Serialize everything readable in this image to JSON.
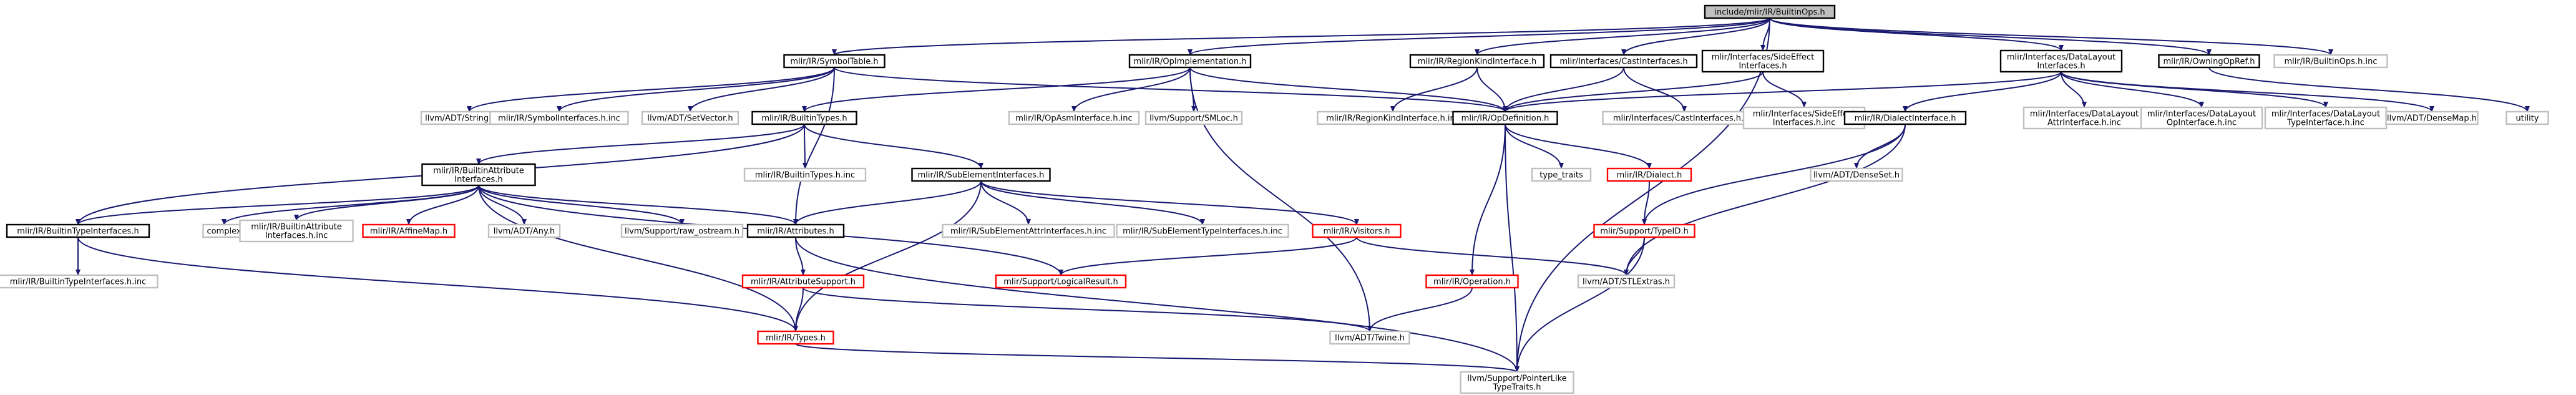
{
  "diagram": {
    "colors": {
      "edge": "#191970",
      "node_border_normal": "#000000",
      "node_border_external": "#bfbfbf",
      "node_border_missing": "#ff0000",
      "node_fill_root": "#bfbfbf",
      "node_fill": "#ffffff",
      "label_external": "#7f7f7f"
    },
    "nodes": [
      {
        "id": "root",
        "lines": [
          "include/mlir/IR/BuiltinOps.h"
        ],
        "kind": "root"
      },
      {
        "id": "symtab",
        "lines": [
          "mlir/IR/SymbolTable.h"
        ],
        "kind": "normal"
      },
      {
        "id": "opimpl",
        "lines": [
          "mlir/IR/OpImplementation.h"
        ],
        "kind": "normal"
      },
      {
        "id": "regkind",
        "lines": [
          "mlir/IR/RegionKindInterface.h"
        ],
        "kind": "normal"
      },
      {
        "id": "castif",
        "lines": [
          "mlir/Interfaces/CastInterfaces.h"
        ],
        "kind": "normal"
      },
      {
        "id": "sideeff",
        "lines": [
          "mlir/Interfaces/SideEffect",
          "Interfaces.h"
        ],
        "kind": "normal"
      },
      {
        "id": "datalayout",
        "lines": [
          "mlir/Interfaces/DataLayout",
          "Interfaces.h"
        ],
        "kind": "normal"
      },
      {
        "id": "owningop",
        "lines": [
          "mlir/IR/OwningOpRef.h"
        ],
        "kind": "normal"
      },
      {
        "id": "builtinopsinc",
        "lines": [
          "mlir/IR/BuiltinOps.h.inc"
        ],
        "kind": "external"
      },
      {
        "id": "stringmap",
        "lines": [
          "llvm/ADT/StringMap.h"
        ],
        "kind": "external"
      },
      {
        "id": "symifinc",
        "lines": [
          "mlir/IR/SymbolInterfaces.h.inc"
        ],
        "kind": "external"
      },
      {
        "id": "setvector",
        "lines": [
          "llvm/ADT/SetVector.h"
        ],
        "kind": "external"
      },
      {
        "id": "builtintypes",
        "lines": [
          "mlir/IR/BuiltinTypes.h"
        ],
        "kind": "normal"
      },
      {
        "id": "opasminc",
        "lines": [
          "mlir/IR/OpAsmInterface.h.inc"
        ],
        "kind": "external"
      },
      {
        "id": "smloc",
        "lines": [
          "llvm/Support/SMLoc.h"
        ],
        "kind": "external"
      },
      {
        "id": "regkindinc",
        "lines": [
          "mlir/IR/RegionKindInterface.h.inc"
        ],
        "kind": "external"
      },
      {
        "id": "opdef",
        "lines": [
          "mlir/IR/OpDefinition.h"
        ],
        "kind": "normal"
      },
      {
        "id": "castinc",
        "lines": [
          "mlir/Interfaces/CastInterfaces.h.inc"
        ],
        "kind": "external"
      },
      {
        "id": "sideeffinc",
        "lines": [
          "mlir/Interfaces/SideEffect",
          "Interfaces.h.inc"
        ],
        "kind": "external"
      },
      {
        "id": "dialectif",
        "lines": [
          "mlir/IR/DialectInterface.h"
        ],
        "kind": "normal"
      },
      {
        "id": "dlattrinc",
        "lines": [
          "mlir/Interfaces/DataLayout",
          "AttrInterface.h.inc"
        ],
        "kind": "external"
      },
      {
        "id": "dlopinc",
        "lines": [
          "mlir/Interfaces/DataLayout",
          "OpInterface.h.inc"
        ],
        "kind": "external"
      },
      {
        "id": "dltypeinc",
        "lines": [
          "mlir/Interfaces/DataLayout",
          "TypeInterface.h.inc"
        ],
        "kind": "external"
      },
      {
        "id": "densemap",
        "lines": [
          "llvm/ADT/DenseMap.h"
        ],
        "kind": "external"
      },
      {
        "id": "utility",
        "lines": [
          "utility"
        ],
        "kind": "external"
      },
      {
        "id": "builtinattrif",
        "lines": [
          "mlir/IR/BuiltinAttribute",
          "Interfaces.h"
        ],
        "kind": "normal"
      },
      {
        "id": "builtintypesinc",
        "lines": [
          "mlir/IR/BuiltinTypes.h.inc"
        ],
        "kind": "external"
      },
      {
        "id": "subelemif",
        "lines": [
          "mlir/IR/SubElementInterfaces.h"
        ],
        "kind": "normal"
      },
      {
        "id": "typetraits",
        "lines": [
          "type_traits"
        ],
        "kind": "external"
      },
      {
        "id": "dialect",
        "lines": [
          "mlir/IR/Dialect.h"
        ],
        "kind": "missing"
      },
      {
        "id": "denseset",
        "lines": [
          "llvm/ADT/DenseSet.h"
        ],
        "kind": "external"
      },
      {
        "id": "builtintypeif",
        "lines": [
          "mlir/IR/BuiltinTypeInterfaces.h"
        ],
        "kind": "normal"
      },
      {
        "id": "complex",
        "lines": [
          "complex"
        ],
        "kind": "external"
      },
      {
        "id": "builtinattrifinc",
        "lines": [
          "mlir/IR/BuiltinAttribute",
          "Interfaces.h.inc"
        ],
        "kind": "external"
      },
      {
        "id": "affinemap",
        "lines": [
          "mlir/IR/AffineMap.h"
        ],
        "kind": "missing"
      },
      {
        "id": "any",
        "lines": [
          "llvm/ADT/Any.h"
        ],
        "kind": "external"
      },
      {
        "id": "rawostream",
        "lines": [
          "llvm/Support/raw_ostream.h"
        ],
        "kind": "external"
      },
      {
        "id": "attributes",
        "lines": [
          "mlir/IR/Attributes.h"
        ],
        "kind": "normal"
      },
      {
        "id": "subelemattrinc",
        "lines": [
          "mlir/IR/SubElementAttrInterfaces.h.inc"
        ],
        "kind": "external"
      },
      {
        "id": "subelemtypeinc",
        "lines": [
          "mlir/IR/SubElementTypeInterfaces.h.inc"
        ],
        "kind": "external"
      },
      {
        "id": "visitors",
        "lines": [
          "mlir/IR/Visitors.h"
        ],
        "kind": "missing"
      },
      {
        "id": "typeid",
        "lines": [
          "mlir/Support/TypeID.h"
        ],
        "kind": "missing"
      },
      {
        "id": "builtintypeifinc",
        "lines": [
          "mlir/IR/BuiltinTypeInterfaces.h.inc"
        ],
        "kind": "external"
      },
      {
        "id": "attrsupport",
        "lines": [
          "mlir/IR/AttributeSupport.h"
        ],
        "kind": "missing"
      },
      {
        "id": "logicalresult",
        "lines": [
          "mlir/Support/LogicalResult.h"
        ],
        "kind": "missing"
      },
      {
        "id": "operation",
        "lines": [
          "mlir/IR/Operation.h"
        ],
        "kind": "missing"
      },
      {
        "id": "stlextras",
        "lines": [
          "llvm/ADT/STLExtras.h"
        ],
        "kind": "external"
      },
      {
        "id": "types",
        "lines": [
          "mlir/IR/Types.h"
        ],
        "kind": "missing"
      },
      {
        "id": "twine",
        "lines": [
          "llvm/ADT/Twine.h"
        ],
        "kind": "external"
      },
      {
        "id": "pointerlike",
        "lines": [
          "llvm/Support/PointerLike",
          "TypeTraits.h"
        ],
        "kind": "external"
      }
    ],
    "edges": [
      [
        "root",
        "symtab"
      ],
      [
        "root",
        "opimpl"
      ],
      [
        "root",
        "regkind"
      ],
      [
        "root",
        "castif"
      ],
      [
        "root",
        "sideeff"
      ],
      [
        "root",
        "datalayout"
      ],
      [
        "root",
        "owningop"
      ],
      [
        "root",
        "builtinopsinc"
      ],
      [
        "root",
        "pointerlike"
      ],
      [
        "symtab",
        "stringmap"
      ],
      [
        "symtab",
        "symifinc"
      ],
      [
        "symtab",
        "setvector"
      ],
      [
        "symtab",
        "opdef"
      ],
      [
        "symtab",
        "attributes"
      ],
      [
        "opimpl",
        "builtintypes"
      ],
      [
        "opimpl",
        "opasminc"
      ],
      [
        "opimpl",
        "smloc"
      ],
      [
        "opimpl",
        "opdef"
      ],
      [
        "opimpl",
        "twine"
      ],
      [
        "regkind",
        "regkindinc"
      ],
      [
        "regkind",
        "opdef"
      ],
      [
        "castif",
        "castinc"
      ],
      [
        "castif",
        "opdef"
      ],
      [
        "sideeff",
        "sideeffinc"
      ],
      [
        "sideeff",
        "opdef"
      ],
      [
        "datalayout",
        "opdef"
      ],
      [
        "datalayout",
        "dialectif"
      ],
      [
        "datalayout",
        "dlattrinc"
      ],
      [
        "datalayout",
        "dlopinc"
      ],
      [
        "datalayout",
        "dltypeinc"
      ],
      [
        "datalayout",
        "densemap"
      ],
      [
        "owningop",
        "utility"
      ],
      [
        "builtintypes",
        "builtinattrif"
      ],
      [
        "builtintypes",
        "builtintypesinc"
      ],
      [
        "builtintypes",
        "subelemif"
      ],
      [
        "builtintypes",
        "builtintypeif"
      ],
      [
        "opdef",
        "typetraits"
      ],
      [
        "opdef",
        "dialect"
      ],
      [
        "opdef",
        "operation"
      ],
      [
        "opdef",
        "pointerlike"
      ],
      [
        "dialectif",
        "denseset"
      ],
      [
        "dialectif",
        "typeid"
      ],
      [
        "dialectif",
        "stlextras"
      ],
      [
        "builtinattrif",
        "builtintypeif"
      ],
      [
        "builtinattrif",
        "complex"
      ],
      [
        "builtinattrif",
        "builtinattrifinc"
      ],
      [
        "builtinattrif",
        "affinemap"
      ],
      [
        "builtinattrif",
        "any"
      ],
      [
        "builtinattrif",
        "rawostream"
      ],
      [
        "builtinattrif",
        "attributes"
      ],
      [
        "builtinattrif",
        "types"
      ],
      [
        "builtinattrif",
        "logicalresult"
      ],
      [
        "subelemif",
        "attributes"
      ],
      [
        "subelemif",
        "subelemattrinc"
      ],
      [
        "subelemif",
        "subelemtypeinc"
      ],
      [
        "subelemif",
        "visitors"
      ],
      [
        "subelemif",
        "types"
      ],
      [
        "dialect",
        "typeid"
      ],
      [
        "builtintypeif",
        "builtintypeifinc"
      ],
      [
        "builtintypeif",
        "types"
      ],
      [
        "attributes",
        "attrsupport"
      ],
      [
        "attributes",
        "pointerlike"
      ],
      [
        "visitors",
        "logicalresult"
      ],
      [
        "visitors",
        "stlextras"
      ],
      [
        "typeid",
        "stlextras"
      ],
      [
        "typeid",
        "pointerlike"
      ],
      [
        "attrsupport",
        "types"
      ],
      [
        "attrsupport",
        "twine"
      ],
      [
        "operation",
        "twine"
      ],
      [
        "types",
        "pointerlike"
      ]
    ]
  }
}
